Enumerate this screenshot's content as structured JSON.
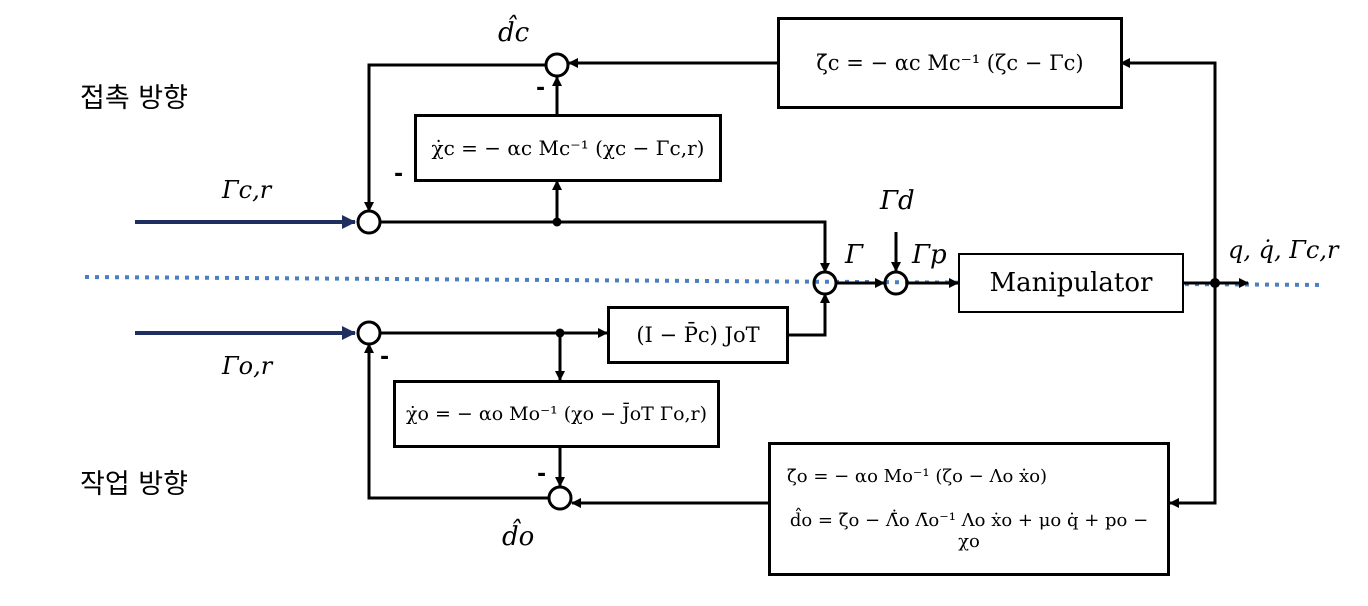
{
  "regions": {
    "contact_direction": "접촉 방향",
    "task_direction": "작업 방향"
  },
  "blocks": {
    "zeta_c": "ζ̇c = − αc Mc⁻¹ (ζc − Γc)",
    "chi_c": "χ̇c = − αc Mc⁻¹ (χc − Γc,r)",
    "projection": "(I − P̄c) JoT",
    "chi_o": "χ̇o = − αo Mo⁻¹ (χo − J̄oT Γo,r)",
    "zeta_o_line1": "ζ̇o = − αo Mo⁻¹ (ζo − Λo ẋo)",
    "zeta_o_line2": "d̂o = ζ̇o − Λ̄̇o Λ̄o⁻¹ Λo ẋo + μo q̇ + po − χo",
    "manipulator": "Manipulator"
  },
  "signals": {
    "d_hat_c": "d̂c",
    "d_hat_o": "d̂o",
    "gamma_cr": "Γc,r",
    "gamma_or": "Γo,r",
    "gamma": "Γ",
    "gamma_d": "Γd",
    "gamma_p": "Γp",
    "output": "q, q̇, Γc,r"
  },
  "signs": {
    "minus": "-"
  },
  "colors": {
    "line": "#000000",
    "input_arrow": "#1f2f5f",
    "divider": "#4a7fc1"
  }
}
